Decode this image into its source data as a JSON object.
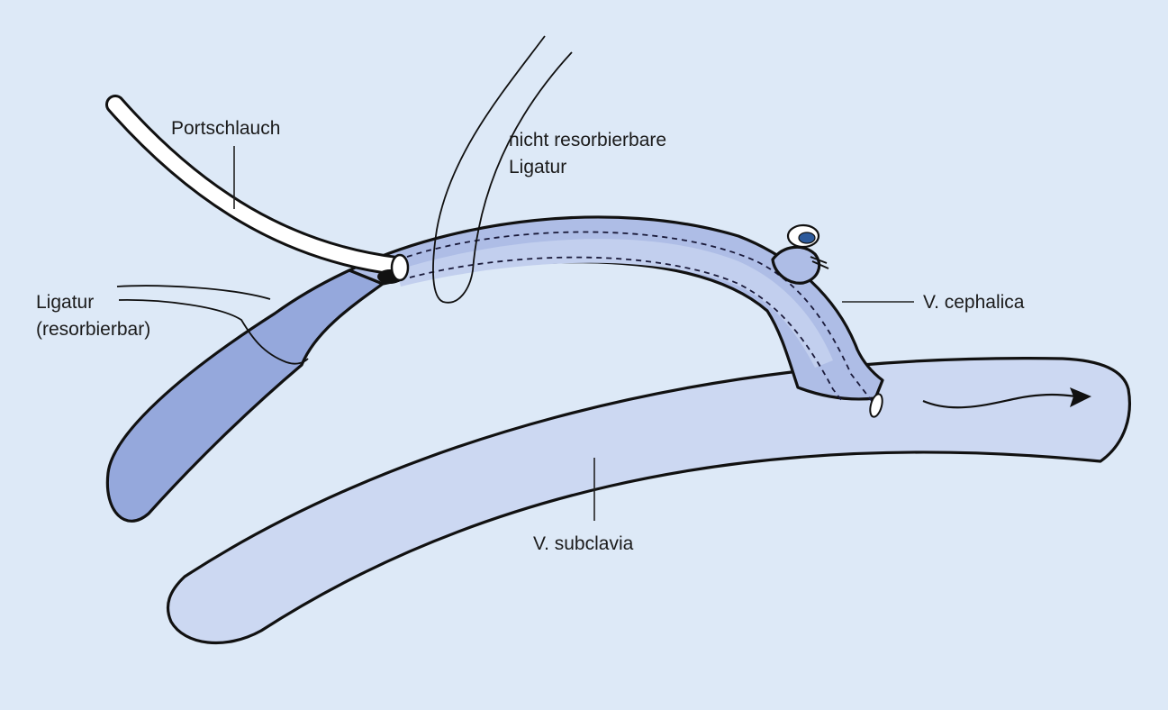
{
  "labels": {
    "portschlauch": "Portschlauch",
    "nicht_resorbierbare_line1": "nicht resorbierbare",
    "nicht_resorbierbare_line2": "Ligatur",
    "ligatur_line1": "Ligatur",
    "ligatur_line2": "(resorbierbar)",
    "v_cephalica": "V. cephalica",
    "v_subclavia": "V. subclavia"
  },
  "colors": {
    "background": "#dde9f7",
    "vessel_subclavia": "#ccd8f2",
    "vessel_cephalica": "#aebde6",
    "vessel_cephalica_dark": "#95a8dc",
    "lumen": "#c2cfee",
    "catheter": "#ffffff",
    "outline": "#111111"
  }
}
